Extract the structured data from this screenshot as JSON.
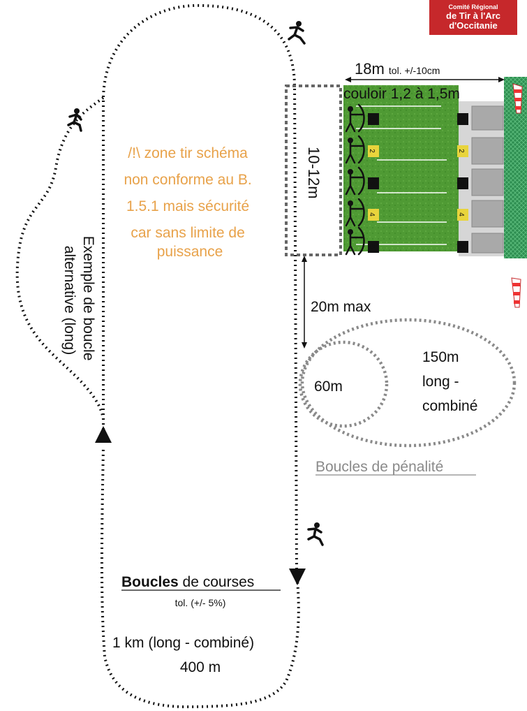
{
  "logo": {
    "line1": "Comité Régional",
    "line2": "de Tir à l'Arc",
    "line3": "d'Occitanie"
  },
  "labels": {
    "range_length": "18m",
    "range_tolerance": "tol. +/-10cm",
    "lane_width": "couloir 1,2 à 1,5m",
    "zone_depth": "10-12m",
    "max_distance": "20m max",
    "penalty_small": "60m",
    "penalty_large": [
      "150m",
      "long -",
      "combiné"
    ],
    "penalty_title": "Boucles de pénalité",
    "warning": [
      "/!\\ zone tir schéma",
      "non conforme au B.",
      "1.5.1 mais sécurité",
      "car sans limite de",
      "puissance"
    ],
    "alternative_loop": [
      "Exemple de boucle",
      "alternative (long)"
    ],
    "course_title_bold": "Boucles",
    "course_title_rest": " de courses",
    "course_tolerance": "tol. (+/- 5%)",
    "course_long": "1 km (long - combiné)",
    "course_short": "400 m"
  },
  "lanes": [
    "1",
    "2",
    "3",
    "4",
    "5"
  ],
  "colors": {
    "grass": "#4f9a34",
    "logo_bg": "#c6282b",
    "warning_text": "#e8a24a",
    "target_label": "#e8d43c",
    "net": "#2f8f52"
  }
}
